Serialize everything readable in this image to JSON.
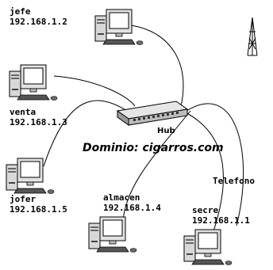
{
  "domain_label": "Dominio: cigarros.com",
  "hub": {
    "label": "Hub"
  },
  "phone_link": {
    "label": "Telefono"
  },
  "nodes": [
    {
      "name": "jefe",
      "ip": "192.168.1.2"
    },
    {
      "name": "venta",
      "ip": "192.168.1.3"
    },
    {
      "name": "jofer",
      "ip": "192.168.1.5"
    },
    {
      "name": "almacen",
      "ip": "192.168.1.4"
    },
    {
      "name": "secre",
      "ip": "192.168.1.1"
    }
  ]
}
